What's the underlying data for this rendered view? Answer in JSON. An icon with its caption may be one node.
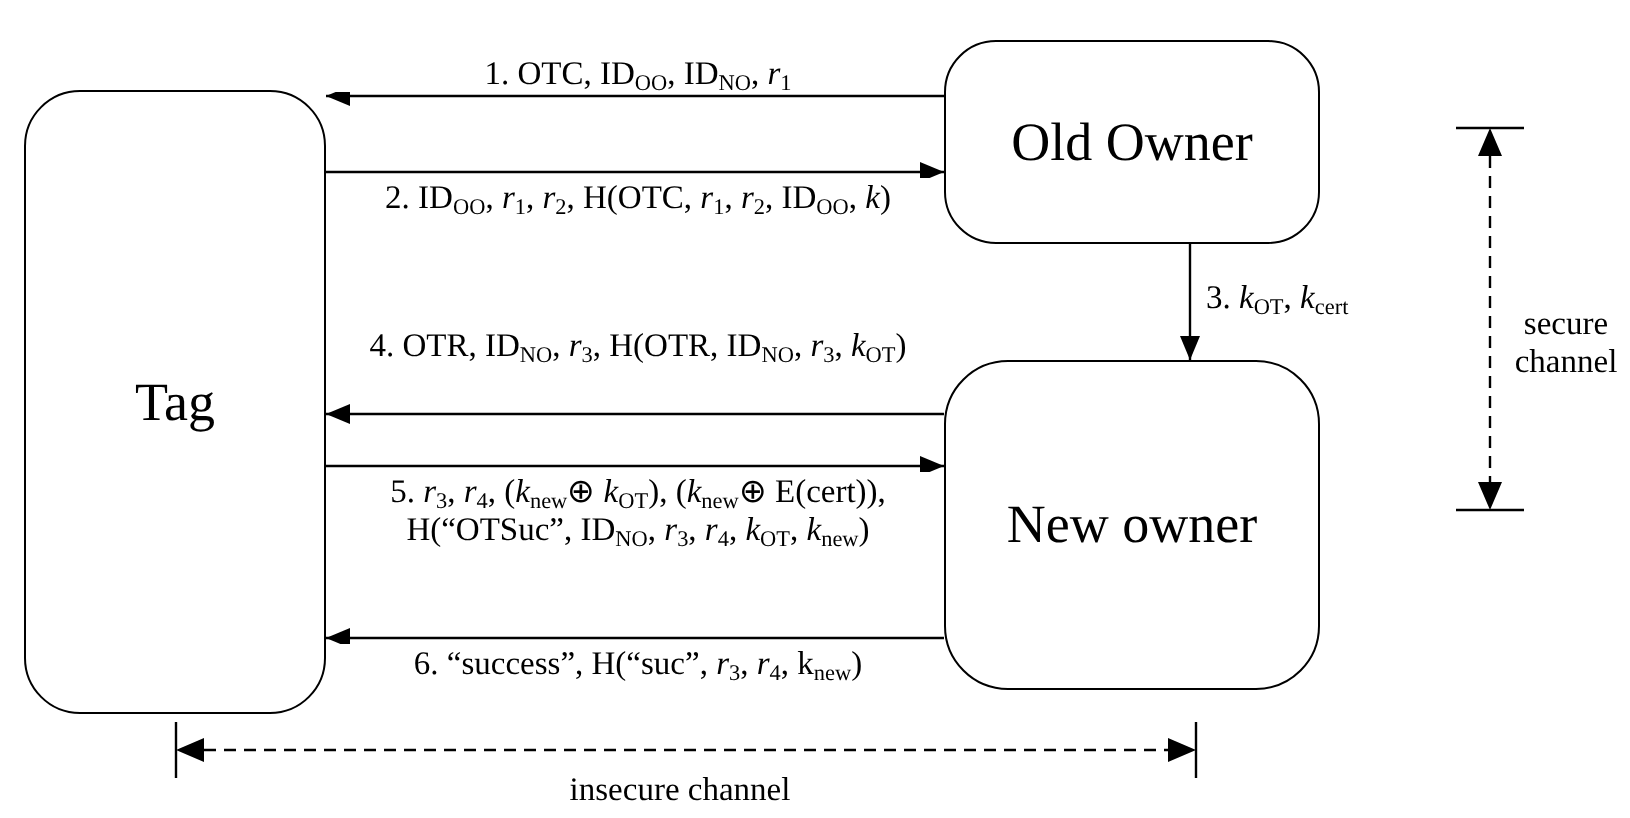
{
  "diagram": {
    "nodes": [
      {
        "text": [
          "Tag"
        ]
      },
      {
        "text": [
          "Old Owner"
        ]
      },
      {
        "text": [
          "New owner"
        ]
      }
    ],
    "edges": [
      {
        "from": 1,
        "to": 0,
        "arrow": "to",
        "label": "1. OTC, ID$_{OO}$, ID$_{NO}$, *r*$_{1}$"
      },
      {
        "from": 0,
        "to": 1,
        "arrow": "to",
        "label": "2. ID$_{OO}$, *r*$_{1}$, *r*$_{2}$, H(OTC, *r*$_{1}$, *r*$_{2}$, ID$_{OO}$, *k*)"
      },
      {
        "from": 1,
        "to": 2,
        "arrow": "to",
        "label": "3. *k*$_{OT}$, *k*$_{cert}$"
      },
      {
        "from": 2,
        "to": 0,
        "arrow": "to",
        "label": "4. OTR, ID$_{NO}$, *r*$_{3}$, H(OTR, ID$_{NO}$, *r*$_{3}$, *k*$_{OT}$)"
      },
      {
        "from": 0,
        "to": 2,
        "arrow": "to",
        "label": "5. *r*$_{3}$, *r*$_{4}$, (*k*$_{new}$⊕ *k*$_{OT}$), (*k*$_{new}$⊕ E(cert)), H(“OTSuc”, ID$_{NO}$, *r*$_{3}$, *r*$_{4}$, *k*$_{OT}$, *k*$_{new}$)"
      },
      {
        "from": 2,
        "to": 0,
        "arrow": "to",
        "label": "6. “success”, H(“suc”, *r*$_{3}$, *r*$_{4}$, k$_{new}$)"
      }
    ],
    "labels": [
      "secure channel",
      "insecure channel"
    ]
  }
}
